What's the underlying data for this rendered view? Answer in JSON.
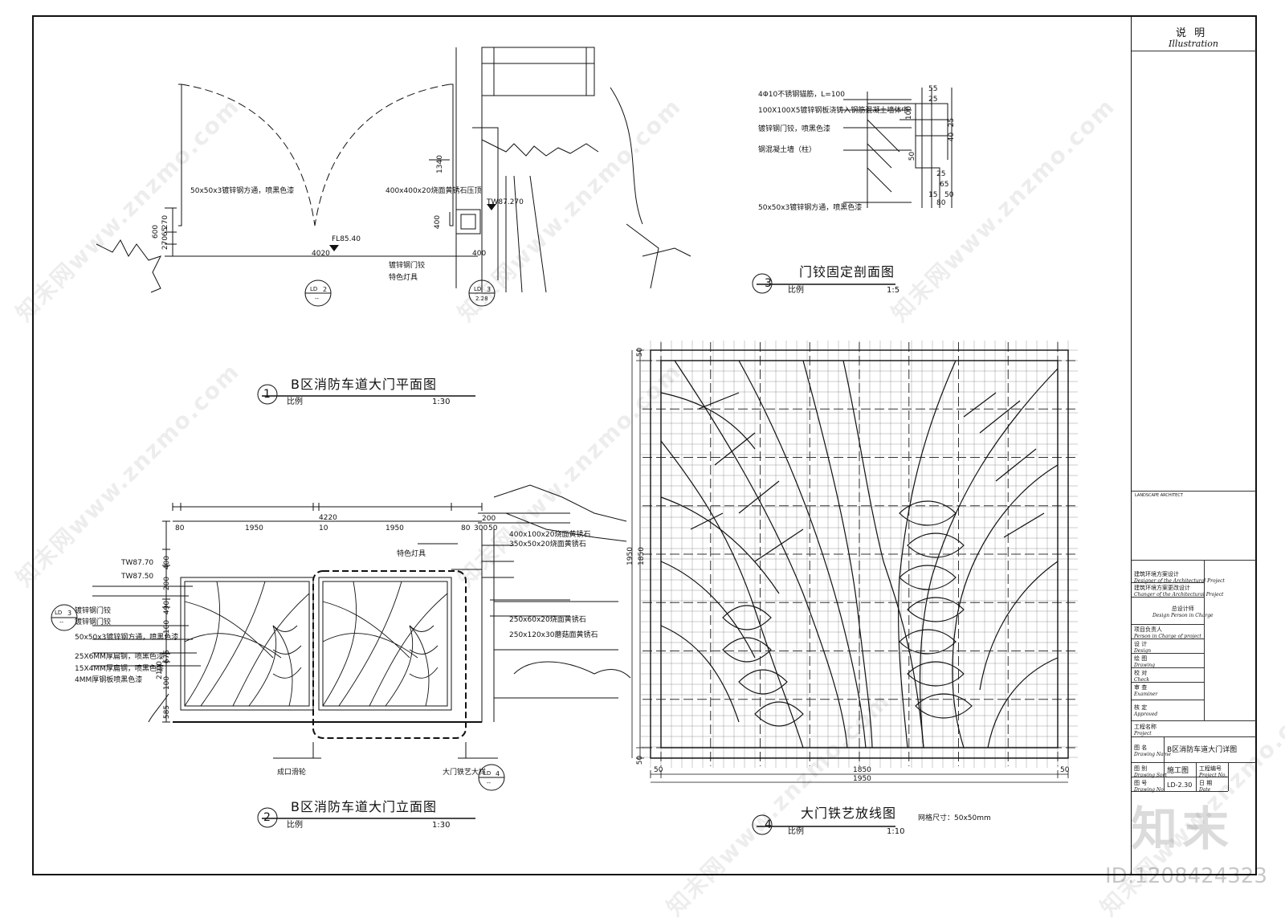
{
  "watermark": {
    "text": "知末网www.znzmo.com",
    "logo": "知末",
    "id": "ID:1208424323"
  },
  "plan": {
    "title": "B区消防车道大门平面图",
    "number": "1",
    "scale_label": "比例",
    "scale": "1:30",
    "notes": [
      "50x50x3镀锌钢方通，喷黑色漆",
      "400x400x20烧面黄锈石压顶",
      "镀锌钢门铰",
      "特色灯具"
    ],
    "level_fl": "FL85.40",
    "level_tw": "TW87.270",
    "dims": [
      "4020",
      "400",
      "1340",
      "400",
      "600",
      "270",
      "65",
      "270"
    ],
    "ref_a": {
      "top": "LD",
      "num": "2",
      "bottom": "--"
    },
    "ref_b": {
      "top": "LD",
      "num": "3",
      "bottom": "2.28"
    }
  },
  "section": {
    "title": "门铰固定剖面图",
    "number": "3",
    "scale_label": "比例",
    "scale": "1:5",
    "notes": [
      "4Φ10不锈钢锚筋，L=100",
      "100X100X5镀锌钢板浇铸入钢筋混凝土墙体中",
      "镀锌钢门铰，喷黑色漆",
      "钢混凝土墙（柱）",
      "50x50x3镀锌钢方通，喷黑色漆"
    ],
    "dims": [
      "55",
      "25",
      "100",
      "25",
      "40",
      "50",
      "25",
      "65",
      "15",
      "50",
      "80"
    ]
  },
  "elevation": {
    "title": "B区消防车道大门立面图",
    "number": "2",
    "scale_label": "比例",
    "scale": "1:30",
    "levels": [
      "TW87.70",
      "TW87.50"
    ],
    "left_notes": [
      "镀锌钢门铰",
      "镀锌钢门铰",
      "50x50x3镀锌钢方通，喷黑色漆",
      "25X6MM厚扁钢，喷黑色漆",
      "15X4MM厚扁钢，喷黑色漆",
      "4MM厚钢板喷黑色漆"
    ],
    "right_notes": [
      "400x100x20烧面黄锈石",
      "350x50x20烧面黄锈石",
      "特色灯具",
      "250x60x20烧面黄锈石",
      "250x120x30蘑菇面黄锈石"
    ],
    "bottom_notes": [
      "成口滑轮",
      "大门铁艺大样"
    ],
    "dims_top": [
      "4220",
      "80",
      "1950",
      "10",
      "1950",
      "80",
      "300",
      "50",
      "200"
    ],
    "dims_left": [
      "400",
      "200",
      "490",
      "100",
      "675",
      "2100",
      "100",
      "585"
    ],
    "ref_ld3": {
      "top": "LD",
      "num": "3",
      "bottom": "--"
    },
    "ref_ld4": {
      "top": "LD",
      "num": "4",
      "bottom": "--"
    }
  },
  "pattern": {
    "title": "大门铁艺放线图",
    "number": "4",
    "scale_label": "比例",
    "scale": "1:10",
    "grid_note": "网格尺寸：50x50mm",
    "dims_bottom": [
      "50",
      "1850",
      "50",
      "1950"
    ],
    "dims_left": [
      "50",
      "1950",
      "1850",
      "50"
    ]
  },
  "title_block": {
    "heading_cn": "说  明",
    "heading_en": "Illustration",
    "landscape": "LANDSCAPE ARCHITECT",
    "rows": [
      {
        "cn": "建筑环境方案设计",
        "en": "Designer of the Architectural Project"
      },
      {
        "cn": "建筑环境方案更改设计",
        "en": "Changer of the Architectural Project"
      },
      {
        "cn": "总设计师",
        "en": "Design Person in Charge"
      },
      {
        "cn": "项目负责人",
        "en": "Person in Charge of project"
      },
      {
        "cn": "设  计",
        "en": "Design"
      },
      {
        "cn": "绘  图",
        "en": "Drawing"
      },
      {
        "cn": "校  对",
        "en": "Check"
      },
      {
        "cn": "审  查",
        "en": "Examiner"
      },
      {
        "cn": "核  定",
        "en": "Approved"
      }
    ],
    "project_cn": "工程名称",
    "project_en": "Project",
    "drawing_name_cn": "图  名",
    "drawing_name_en": "Drawing Name",
    "drawing_name": "B区消防车道大门详图",
    "sort_cn": "图  别",
    "sort_en": "Drawing Sort",
    "sort": "施工图",
    "projno_cn": "工程编号",
    "projno_en": "Project No.",
    "no_cn": "图  号",
    "no_en": "Drawing No.",
    "no": "LD-2.30",
    "date_cn": "日  期",
    "date_en": "Date"
  }
}
